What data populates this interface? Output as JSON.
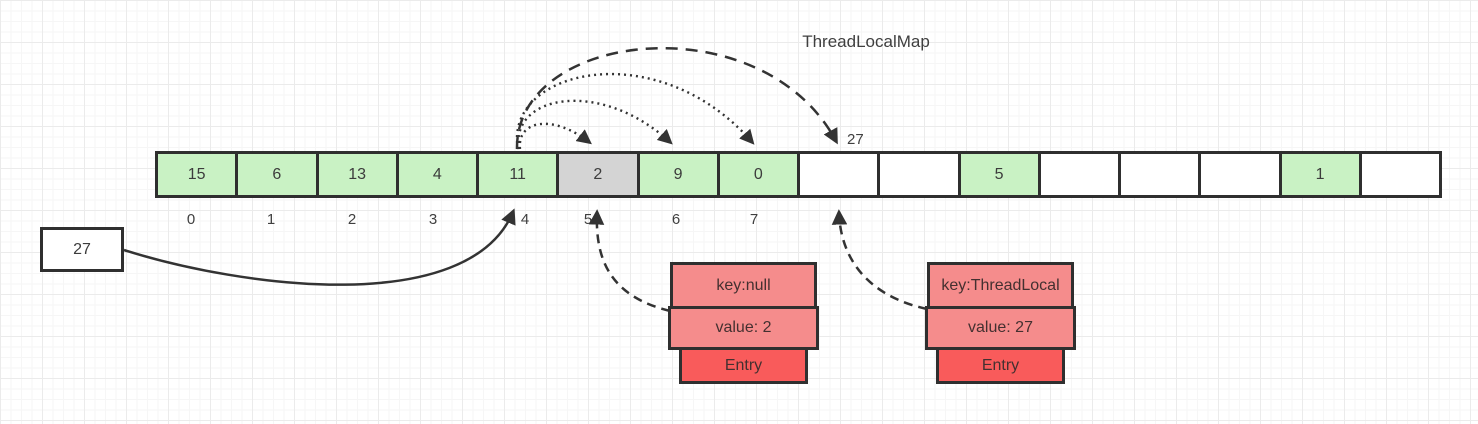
{
  "title": "ThreadLocalMap",
  "probe_label": "27",
  "value_box": {
    "label": "27"
  },
  "array": {
    "cells": [
      {
        "value": "15",
        "state": "filled"
      },
      {
        "value": "6",
        "state": "filled"
      },
      {
        "value": "13",
        "state": "filled"
      },
      {
        "value": "4",
        "state": "filled"
      },
      {
        "value": "11",
        "state": "filled"
      },
      {
        "value": "2",
        "state": "stale"
      },
      {
        "value": "9",
        "state": "filled"
      },
      {
        "value": "0",
        "state": "filled"
      },
      {
        "value": "",
        "state": "empty"
      },
      {
        "value": "",
        "state": "empty"
      },
      {
        "value": "5",
        "state": "filled"
      },
      {
        "value": "",
        "state": "empty"
      },
      {
        "value": "",
        "state": "empty"
      },
      {
        "value": "",
        "state": "empty"
      },
      {
        "value": "1",
        "state": "filled"
      },
      {
        "value": "",
        "state": "empty"
      }
    ],
    "index_labels": [
      "0",
      "1",
      "2",
      "3",
      "4",
      "5",
      "6",
      "7"
    ]
  },
  "entries": [
    {
      "key": "key:null",
      "value": "value: 2",
      "footer": "Entry"
    },
    {
      "key": "key:ThreadLocal",
      "value": "value: 27",
      "footer": "Entry"
    }
  ],
  "colors": {
    "cell_filled": "#c9f2c4",
    "cell_stale": "#d4d4d4",
    "cell_empty": "#ffffff",
    "border": "#2f2f2f",
    "entry_fill": "#f58c8c",
    "entry_footer_fill": "#f95b5b",
    "line": "#333333"
  }
}
